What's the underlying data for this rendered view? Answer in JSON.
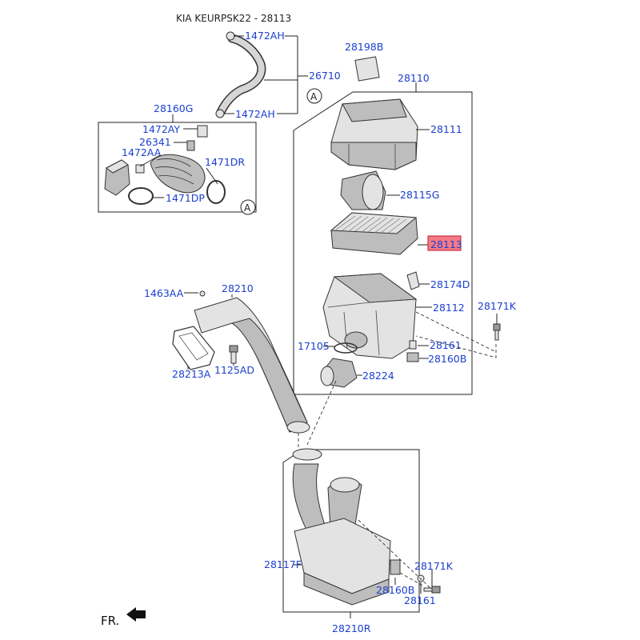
{
  "title": "KIA KEURPSK22 - 28113",
  "direction_label": "FR.",
  "callout_letter": "A",
  "highlight_color": "#f47a87",
  "label_color": "#1a3fd0",
  "labels": {
    "l_1472AH_top": "1472AH",
    "l_26710": "26710",
    "l_1472AH_mid": "1472AH",
    "l_28160G": "28160G",
    "l_1472AY": "1472AY",
    "l_26341": "26341",
    "l_1472AA": "1472AA",
    "l_1471DR": "1471DR",
    "l_1471DP": "1471DP",
    "l_28198B": "28198B",
    "l_28110": "28110",
    "l_28111": "28111",
    "l_28115G": "28115G",
    "l_28113": "28113",
    "l_28174D": "28174D",
    "l_28112": "28112",
    "l_28171K_r": "28171K",
    "l_17105": "17105",
    "l_28161_r": "28161",
    "l_28160B_r": "28160B",
    "l_28224": "28224",
    "l_1463AA": "1463AA",
    "l_28210": "28210",
    "l_28213A": "28213A",
    "l_1125AD": "1125AD",
    "l_28117F": "28117F",
    "l_28171K_b": "28171K",
    "l_28160B_b": "28160B",
    "l_28161_b": "28161",
    "l_28210R": "28210R"
  },
  "highlighted_part": "28113"
}
